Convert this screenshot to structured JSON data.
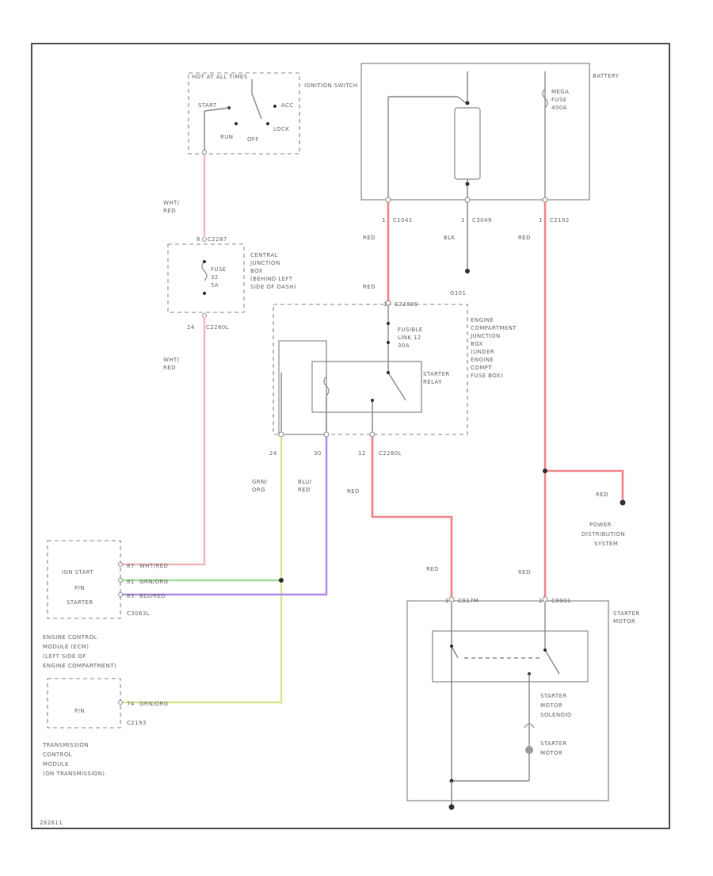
{
  "colors": {
    "red": "#f2838a",
    "pink": "#f5b8c0",
    "green_yellow": "#d9e592",
    "green": "#a6e09a",
    "purple": "#b58ee8",
    "wire_gray": "#8a8a8a"
  },
  "ignition_switch": {
    "title": "IGNITION SWITCH",
    "part": "HOT AT ALL TIMES",
    "positions": [
      "START",
      "ACC",
      "RUN",
      "OFF",
      "LOCK"
    ]
  },
  "battery": {
    "title": "BATTERY",
    "fuse_lines": [
      "MEGA",
      "FUSE",
      "400A"
    ],
    "connectors": [
      "C1041",
      "C3049",
      "C2192"
    ],
    "ground": "G101"
  },
  "central_junction_box": {
    "title_lines": [
      "CENTRAL",
      "JUNCTION",
      "BOX",
      "(BEHIND LEFT",
      "SIDE OF DASH)"
    ],
    "connector_top": "C2287",
    "connector_bottom": "C2280L",
    "fuse_lines": [
      "FUSE",
      "32",
      "5A"
    ],
    "pin": "24"
  },
  "engine_junction_box": {
    "title_lines": [
      "ENGINE",
      "COMPARTMENT",
      "JUNCTION",
      "BOX",
      "(UNDER",
      "ENGINE",
      "COMPT",
      "FUSE BOX)"
    ],
    "connector": "C2280E",
    "fusible_link_lines": [
      "FUSIBLE",
      "LINK 12",
      "30A"
    ],
    "relay_lines": [
      "STARTER",
      "RELAY"
    ],
    "pins": [
      "24",
      "30",
      "12"
    ],
    "bottom_connector": "C2280L"
  },
  "wires": {
    "ign_feed": [
      "WHT/",
      "RED"
    ],
    "ign_to_ecm": [
      "WHT/",
      "RED"
    ],
    "battery_pos": "RED",
    "battery_neg": "BLK",
    "battery_mega": "RED",
    "ejb_feed": "RED",
    "relay_coil_pin24": [
      "GRN/",
      "ORG"
    ],
    "relay_coil_pin30": [
      "BLU/",
      "RED"
    ],
    "relay_out": "RED",
    "starter_sol": "RED",
    "starter_batt": "RED",
    "pds": "RED"
  },
  "power_distribution": [
    "POWER",
    "DISTRIBUTION",
    "SYSTEM"
  ],
  "ecm": {
    "pins": [
      {
        "name": "IGN START",
        "pin": "87",
        "wire": "WHT/RED"
      },
      {
        "name": "P/N",
        "pin": "81",
        "wire": "GRN/ORG"
      },
      {
        "name": "STARTER",
        "pin": "83",
        "wire": "BLU/RED"
      }
    ],
    "connector": "C3063L",
    "label_lines": [
      "ENGINE CONTROL",
      "MODULE (ECM)",
      "(LEFT SIDE OF",
      "ENGINE COMPARTMENT)"
    ]
  },
  "tcm": {
    "pin": {
      "name": "P/N",
      "pin": "74",
      "wire": "GRN/ORG"
    },
    "connector": "C2193",
    "label_lines": [
      "TRANSMISSION",
      "CONTROL",
      "MODULE",
      "(ON TRANSMISSION)"
    ]
  },
  "starter_motor": {
    "title_lines": [
      "STARTER",
      "MOTOR"
    ],
    "connectors": [
      "C917M",
      "C9901"
    ],
    "solenoid_lines": [
      "STARTER",
      "MOTOR",
      "SOLENOID"
    ],
    "motor_lines": [
      "STARTER",
      "MOTOR"
    ]
  },
  "footer_code": "282611"
}
